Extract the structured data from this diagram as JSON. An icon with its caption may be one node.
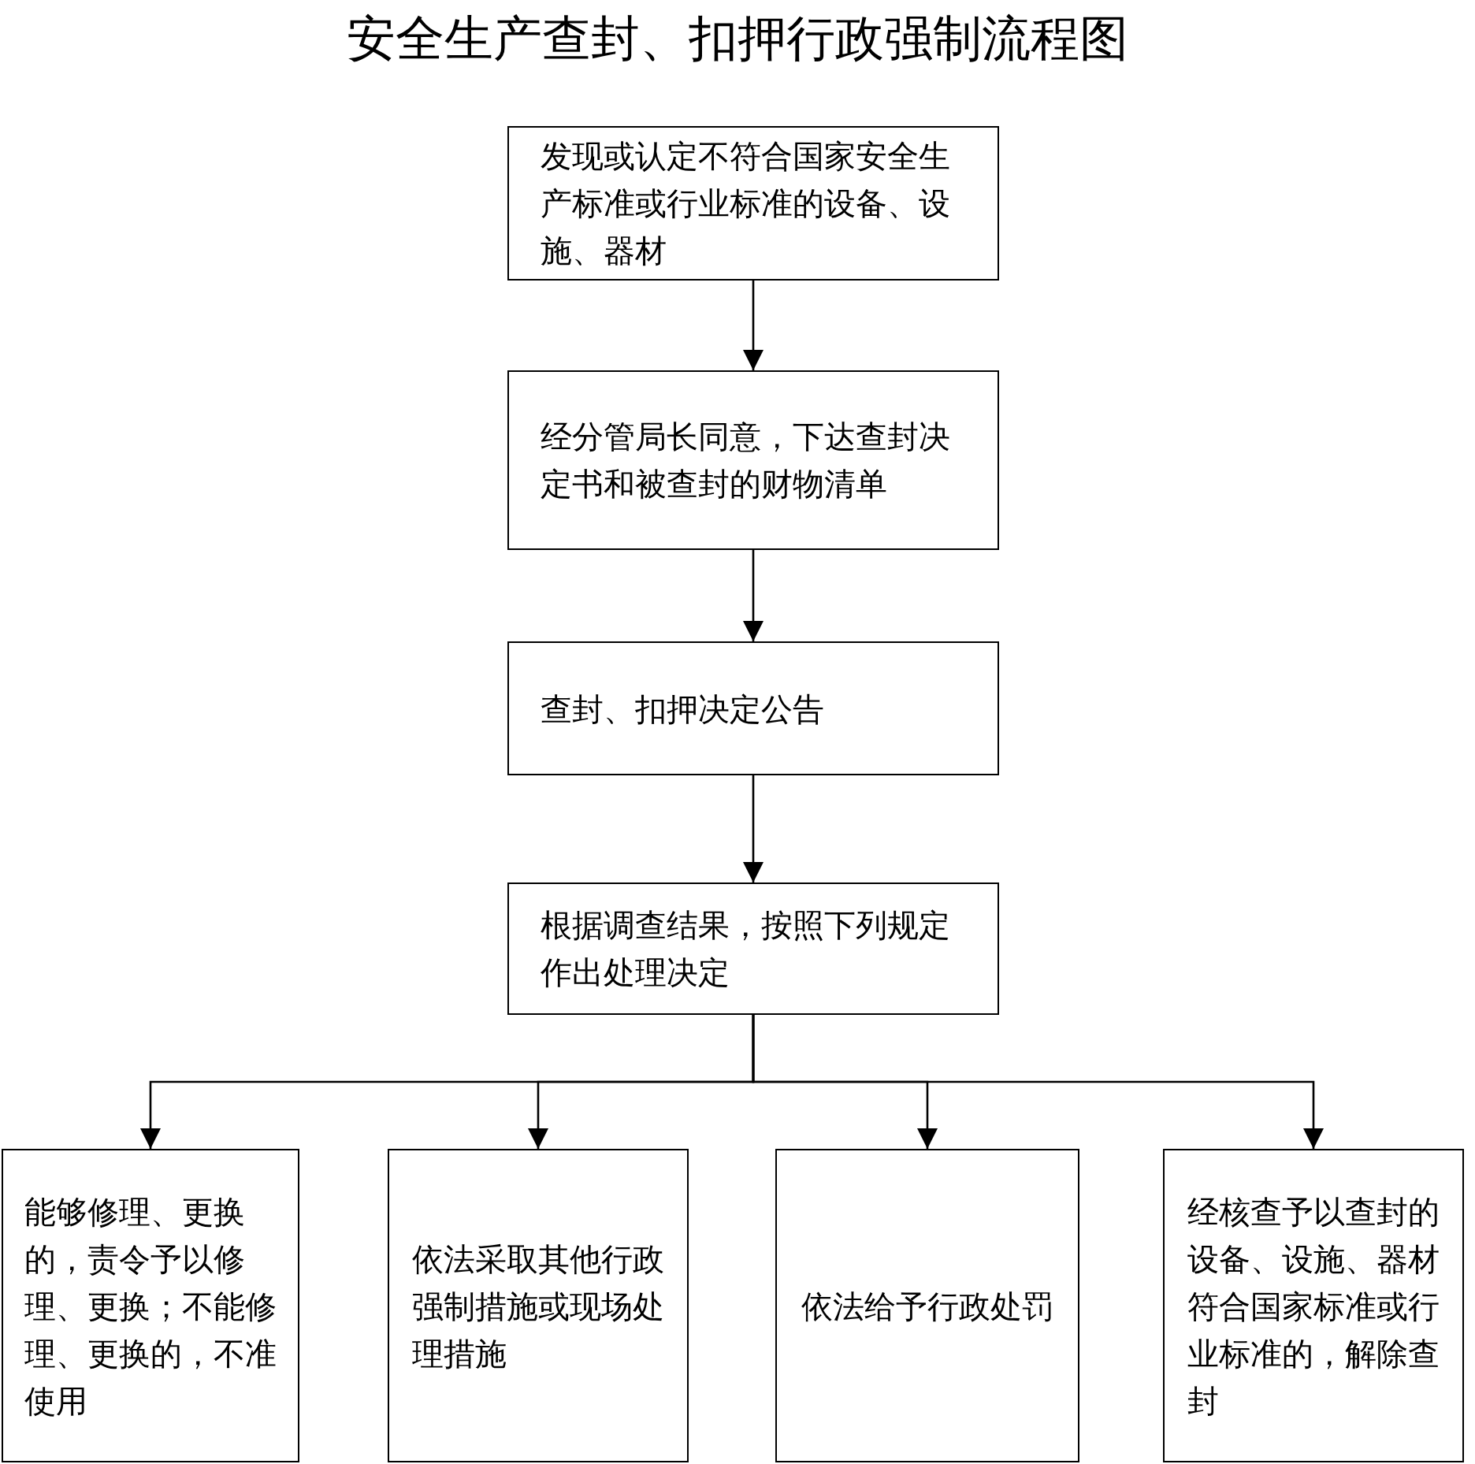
{
  "diagram": {
    "title": "安全生产查封、扣押行政强制流程图",
    "nodes": [
      {
        "text": [
          "发现或认定不符合国家安全生产标准或行业标准的设备、设施、器材"
        ]
      },
      {
        "text": [
          "经分管局长同意，下达查封决定书和被查封的财物清单"
        ]
      },
      {
        "text": [
          "查封、扣押决定公告"
        ]
      },
      {
        "text": [
          "根据调查结果，按照下列规定作出处理决定"
        ]
      },
      {
        "text": [
          "能够修理、更换的，责令予以修理、更换；不能修理、更换的，不准使用"
        ]
      },
      {
        "text": [
          "依法采取其他行政强制措施或现场处理措施"
        ]
      },
      {
        "text": [
          "依法给予行政处罚"
        ]
      },
      {
        "text": [
          "经核查予以查封的设备、设施、器材符合国家标准或行业标准的，解除查封"
        ]
      }
    ],
    "edges": [
      {
        "from": 0,
        "to": 1,
        "arrow": "to"
      },
      {
        "from": 1,
        "to": 2,
        "arrow": "to"
      },
      {
        "from": 2,
        "to": 3,
        "arrow": "to"
      },
      {
        "from": 3,
        "to": 4,
        "arrow": "to"
      },
      {
        "from": 3,
        "to": 5,
        "arrow": "to"
      },
      {
        "from": 3,
        "to": 6,
        "arrow": "to"
      },
      {
        "from": 3,
        "to": 7,
        "arrow": "to"
      }
    ]
  }
}
